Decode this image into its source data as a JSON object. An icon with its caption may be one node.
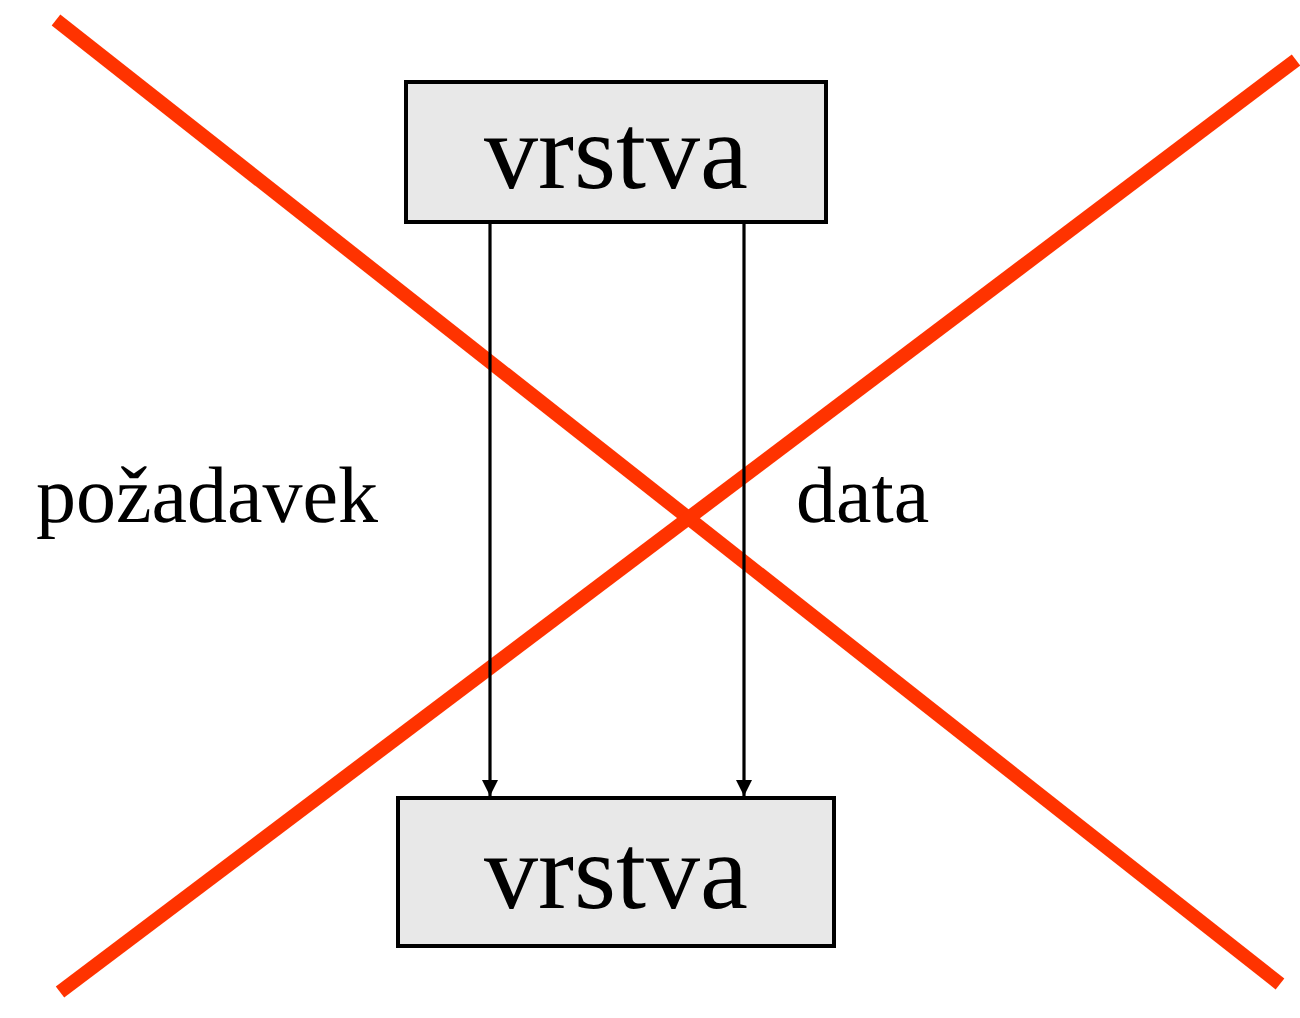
{
  "diagram": {
    "nodes": [
      {
        "text": [
          "vrstva"
        ]
      },
      {
        "text": [
          "vrstva"
        ]
      }
    ],
    "edges": [
      {
        "from": 0,
        "to": 1,
        "arrow": "to",
        "label": "požadavek"
      },
      {
        "from": 0,
        "to": 1,
        "arrow": "to",
        "label": "data"
      }
    ]
  }
}
